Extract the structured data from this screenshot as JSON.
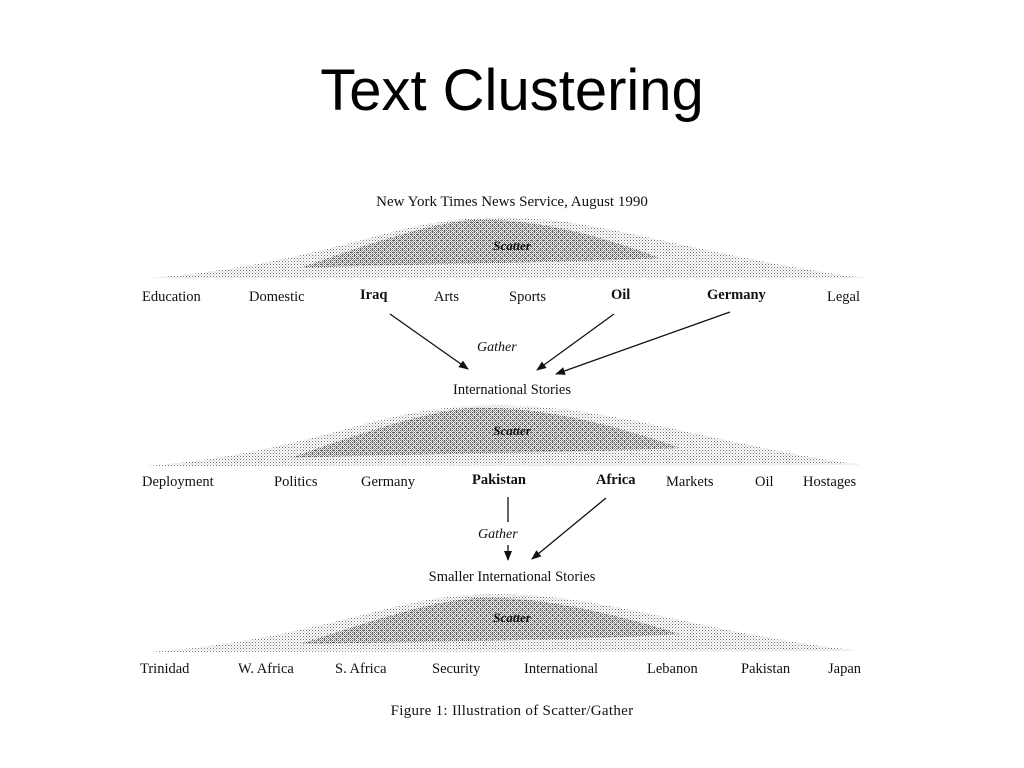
{
  "slide": {
    "title": "Text Clustering"
  },
  "diagram": {
    "header": "New York Times News Service, August 1990",
    "scatter_label": "Scatter",
    "gather_label": "Gather",
    "levels": [
      {
        "nodes": [
          {
            "text": "Education",
            "bold": false
          },
          {
            "text": "Domestic",
            "bold": false
          },
          {
            "text": "Iraq",
            "bold": true
          },
          {
            "text": "Arts",
            "bold": false
          },
          {
            "text": "Sports",
            "bold": false
          },
          {
            "text": "Oil",
            "bold": true
          },
          {
            "text": "Germany",
            "bold": true
          },
          {
            "text": "Legal",
            "bold": false
          }
        ],
        "gathered_into": "International Stories"
      },
      {
        "nodes": [
          {
            "text": "Deployment",
            "bold": false
          },
          {
            "text": "Politics",
            "bold": false
          },
          {
            "text": "Germany",
            "bold": false
          },
          {
            "text": "Pakistan",
            "bold": true
          },
          {
            "text": "Africa",
            "bold": true
          },
          {
            "text": "Markets",
            "bold": false
          },
          {
            "text": "Oil",
            "bold": false
          },
          {
            "text": "Hostages",
            "bold": false
          }
        ],
        "gathered_into": "Smaller International Stories"
      },
      {
        "nodes": [
          {
            "text": "Trinidad",
            "bold": false
          },
          {
            "text": "W. Africa",
            "bold": false
          },
          {
            "text": "S. Africa",
            "bold": false
          },
          {
            "text": "Security",
            "bold": false
          },
          {
            "text": "International",
            "bold": false
          },
          {
            "text": "Lebanon",
            "bold": false
          },
          {
            "text": "Pakistan",
            "bold": false
          },
          {
            "text": "Japan",
            "bold": false
          }
        ]
      }
    ],
    "caption": "Figure 1: Illustration of Scatter/Gather"
  },
  "colors": {
    "ink": "#111111",
    "stipple": "#6e6e6e"
  }
}
